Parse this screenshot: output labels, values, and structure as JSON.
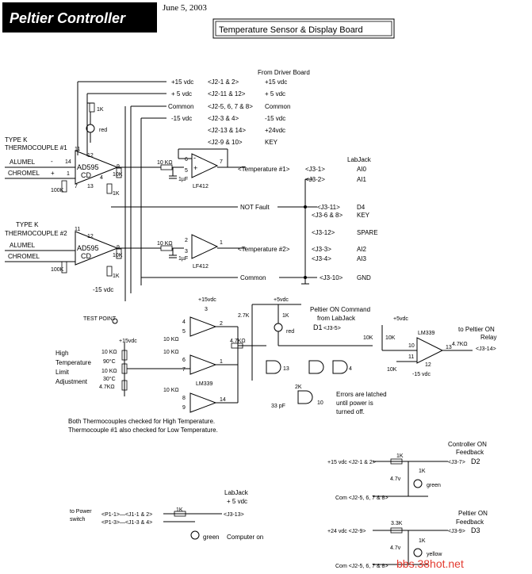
{
  "title": {
    "text": "Peltier Controller",
    "date": "June 5, 2003",
    "board": "Temperature Sensor & Display Board"
  },
  "labels": {
    "from_driver": "From Driver Board",
    "tc1_a": "TYPE K",
    "tc1_b": "THERMOCOUPLE #1",
    "tc2_a": "TYPE K",
    "tc2_b": "THERMOCOUPLE #2",
    "alumel": "ALUMEL",
    "chromel": "CHROMEL",
    "minus": "-",
    "plus": "+",
    "neg15_short": "-15 vdc",
    "pos15": "+15vdc",
    "pos15_short": "+15vdc",
    "pos5": "+5vdc",
    "pos5_short": "+5vdc",
    "test_point": "TEST POINT",
    "high": "High",
    "temperature": "Temperature",
    "limit": "Limit",
    "adjustment": "Adjustment",
    "t90": "90°C",
    "t30": "30°C",
    "d13": "13",
    "d4": "4",
    "d10": "10",
    "latch1": "Errors are latched",
    "latch2": "until power is",
    "latch3": "turned off.",
    "peltier_cmd": "Peltier ON Command",
    "from_labjack": "from LabJack",
    "d1": "D1",
    "j3_5": "<J3-5>",
    "to_peltier": "to Peltier ON",
    "relay": "Relay",
    "j3_14": "<J3-14>"
  },
  "pins": {
    "p1": "1",
    "p2": "2",
    "p3": "3",
    "p4": "4",
    "p5": "5",
    "p6": "6",
    "p7": "7",
    "p8": "8",
    "p9": "9",
    "p10": "10",
    "p11": "11",
    "p12": "12",
    "p13": "13",
    "p14": "14"
  },
  "parts": {
    "ad595": "AD595",
    "cd": "CD",
    "lf412": "LF412",
    "lm339": "LM339",
    "r1k_a": "1K",
    "r1k_b": "1K",
    "red_a": "red",
    "r100k": "100K",
    "r10k": "10K",
    "r10k_a": "10 KΩ",
    "c1uf": "1µF",
    "r47k": "4.7KΩ",
    "r27k": "2.7K",
    "r2k": "2K",
    "c33pf": "33 pF"
  },
  "bus": [
    {
      "left": "+15 vdc",
      "conn": "<J2-1 & 2>",
      "right": "+15 vdc"
    },
    {
      "left": "+ 5 vdc",
      "conn": "<J2-11 & 12>",
      "right": "+ 5 vdc"
    },
    {
      "left": "Common",
      "conn": "<J2-5, 6, 7 & 8>",
      "right": "Common"
    },
    {
      "left": "-15 vdc",
      "conn": "<J2-3 & 4>",
      "right": "-15 vdc"
    },
    {
      "left": "",
      "conn": "<J2-13 & 14>",
      "right": "+24vdc"
    },
    {
      "left": "",
      "conn": "<J2-9 & 10>",
      "right": "KEY"
    }
  ],
  "labjack": {
    "title": "LabJack",
    "rows": [
      {
        "left": "<Temperature #1>",
        "conn": "<J3-1>",
        "right": "AI0"
      },
      {
        "left": "",
        "conn": "<J3-2>",
        "right": "AI1"
      },
      {
        "left": "NOT Fault",
        "conn": "<J3-11>",
        "right": "D4"
      },
      {
        "left": "",
        "conn": "<J3-6 & 8>",
        "right": "KEY"
      },
      {
        "left": "",
        "conn": "<J3-12>",
        "right": "SPARE"
      },
      {
        "left": "<Temperature #2>",
        "conn": "<J3-3>",
        "right": "AI2"
      },
      {
        "left": "",
        "conn": "<J3-4>",
        "right": "AI3"
      },
      {
        "left": "Common",
        "conn": "<J3-10>",
        "right": "GND"
      }
    ]
  },
  "notes": {
    "line1": "Both Thermocouples checked for High Temperature.",
    "line2": "Thermocouple #1 also checked for Low Temperature."
  },
  "computer": {
    "labjack": "LabJack",
    "pos5": "+ 5 vdc",
    "to_power": "to Power",
    "switch": "switch",
    "conn1": "<P1-1>—<J1-1 & 2>",
    "conn2": "<P1-3>—<J1-3 & 4>",
    "r": "1K",
    "j3_13": "<J3-13>",
    "green": "green",
    "label": "Computer on"
  },
  "feedback1": {
    "title1": "Controller ON",
    "title2": "Feedback",
    "supply": "+15 vdc <J2-1 & 2>",
    "r1": "1K",
    "conn": "<J3-7>",
    "d": "D2",
    "zener": "4.7v",
    "r2": "1K",
    "green": "green",
    "common": "Com <J2-5, 6, 7 & 8>"
  },
  "feedback2": {
    "title1": "Peltier ON",
    "title2": "Feedback",
    "supply": "+24 vdc <J2-9>",
    "r1": "3.3K",
    "conn": "<J3-9>",
    "d": "D3",
    "zener": "4.7v",
    "r2": "1K",
    "color": "yellow",
    "common": "Com <J2-5, 6, 7 & 8>"
  },
  "watermark": "bbs.38hot.net"
}
